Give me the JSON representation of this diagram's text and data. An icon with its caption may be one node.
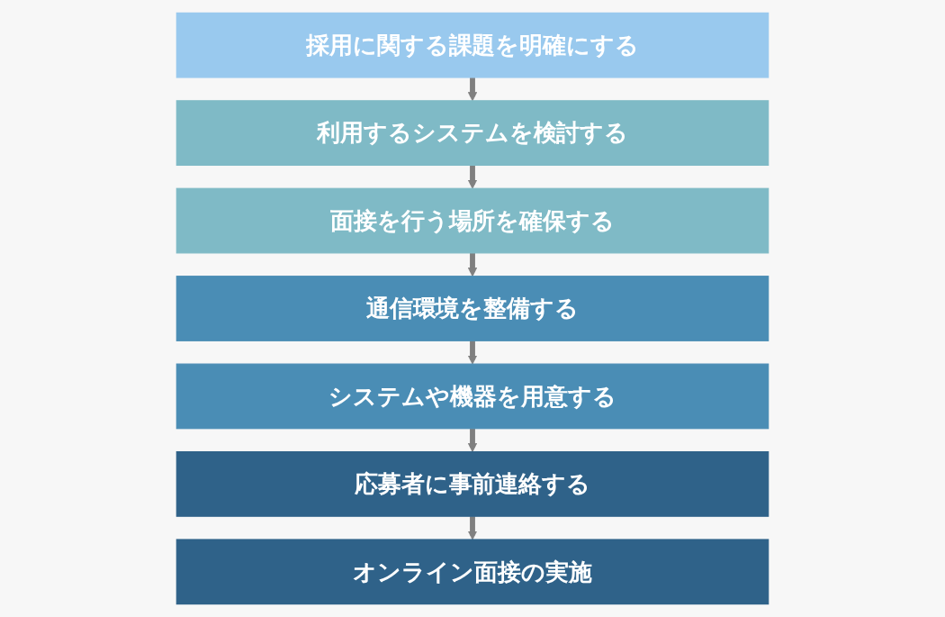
{
  "diagram": {
    "nodes": [
      {
        "text": [
          "採用に関する課題を明確にする"
        ]
      },
      {
        "text": [
          "利用するシステムを検討する"
        ]
      },
      {
        "text": [
          "面接を行う場所を確保する"
        ]
      },
      {
        "text": [
          "通信環境を整備する"
        ]
      },
      {
        "text": [
          "システムや機器を用意する"
        ]
      },
      {
        "text": [
          "応募者に事前連絡する"
        ]
      },
      {
        "text": [
          "オンライン面接の実施"
        ]
      }
    ],
    "edges": [
      {
        "from": 0,
        "to": 1,
        "arrow": "to"
      },
      {
        "from": 1,
        "to": 2,
        "arrow": "to"
      },
      {
        "from": 2,
        "to": 3,
        "arrow": "to"
      },
      {
        "from": 3,
        "to": 4,
        "arrow": "to"
      },
      {
        "from": 4,
        "to": 5,
        "arrow": "to"
      },
      {
        "from": 5,
        "to": 6,
        "arrow": "to"
      }
    ]
  }
}
